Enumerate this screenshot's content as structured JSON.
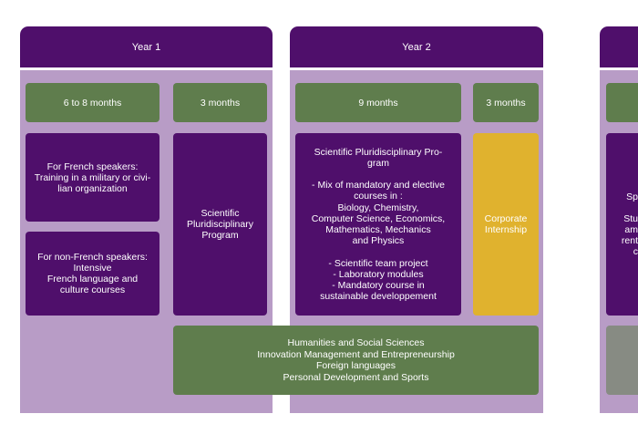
{
  "year1": {
    "title": "Year 1",
    "duration_a": "6 to 8 months",
    "duration_b": "3 months",
    "french_speakers": "For French speakers:\nTraining in a military or civi-\nlian organization",
    "non_french_speakers": "For non-French speakers:\nIntensive\nFrench language and\nculture courses",
    "scientific_program": "Scientific\nPluridisciplinary\nProgram"
  },
  "year2": {
    "title": "Year 2",
    "duration_a": "9 months",
    "duration_b": "3 months",
    "program_details": "Scientific Pluridisciplinary Pro-\ngram\n\n- Mix of mandatory and elective\ncourses in :\nBiology, Chemistry,\nComputer Science, Economics,\nMathematics, Mechanics\nand Physics\n\n- Scientific team project\n- Laboratory modules\n- Mandatory course in\nsustainable developpement",
    "internship": "Corporate\nInternship"
  },
  "year3_partial": {
    "text_fragments": "Sp\n\nStu\nam\nrent\nc"
  },
  "shared_courses": "Humanities and Social Sciences\nInnovation Management and Entrepreneurship\nForeign languages\nPersonal Development and Sports",
  "colors": {
    "purple": "#4f0f6b",
    "lavender": "#b89cc6",
    "green": "#5f7d4d",
    "gold": "#e0b22e"
  }
}
